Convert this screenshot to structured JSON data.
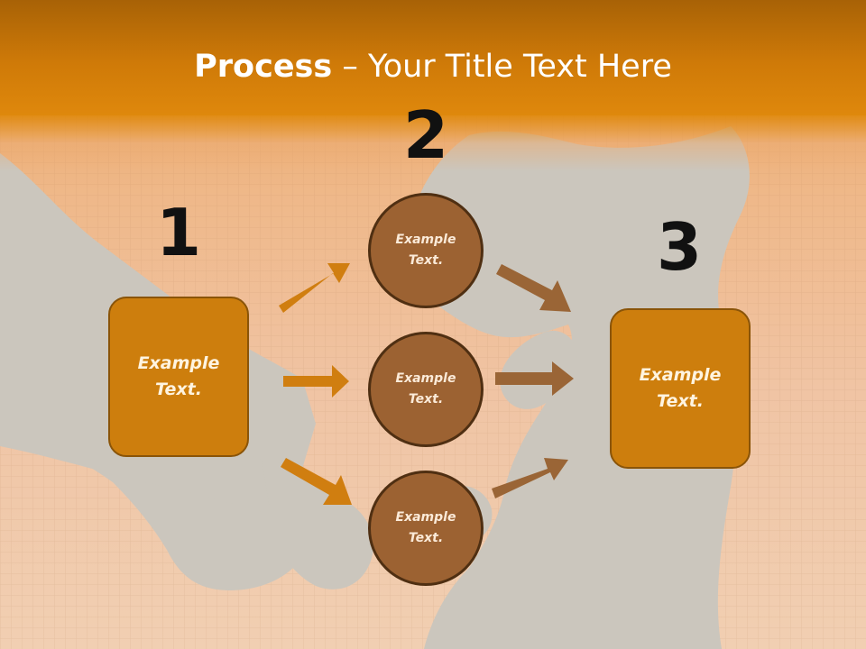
{
  "title": {
    "bold": "Process",
    "rest": " – Your Title Text Here"
  },
  "steps": {
    "one": "1",
    "two": "2",
    "three": "3"
  },
  "left_box": {
    "text": "Example Text."
  },
  "right_box": {
    "text": "Example Text."
  },
  "circles": [
    {
      "text": "Example Text."
    },
    {
      "text": "Example Text."
    },
    {
      "text": "Example Text."
    }
  ],
  "colors": {
    "header": "#cf7a08",
    "box_fill": "#cd7e0d",
    "circle_fill": "#9c6232",
    "arrow_orange": "#d07e10",
    "arrow_brown": "#9a6536"
  }
}
